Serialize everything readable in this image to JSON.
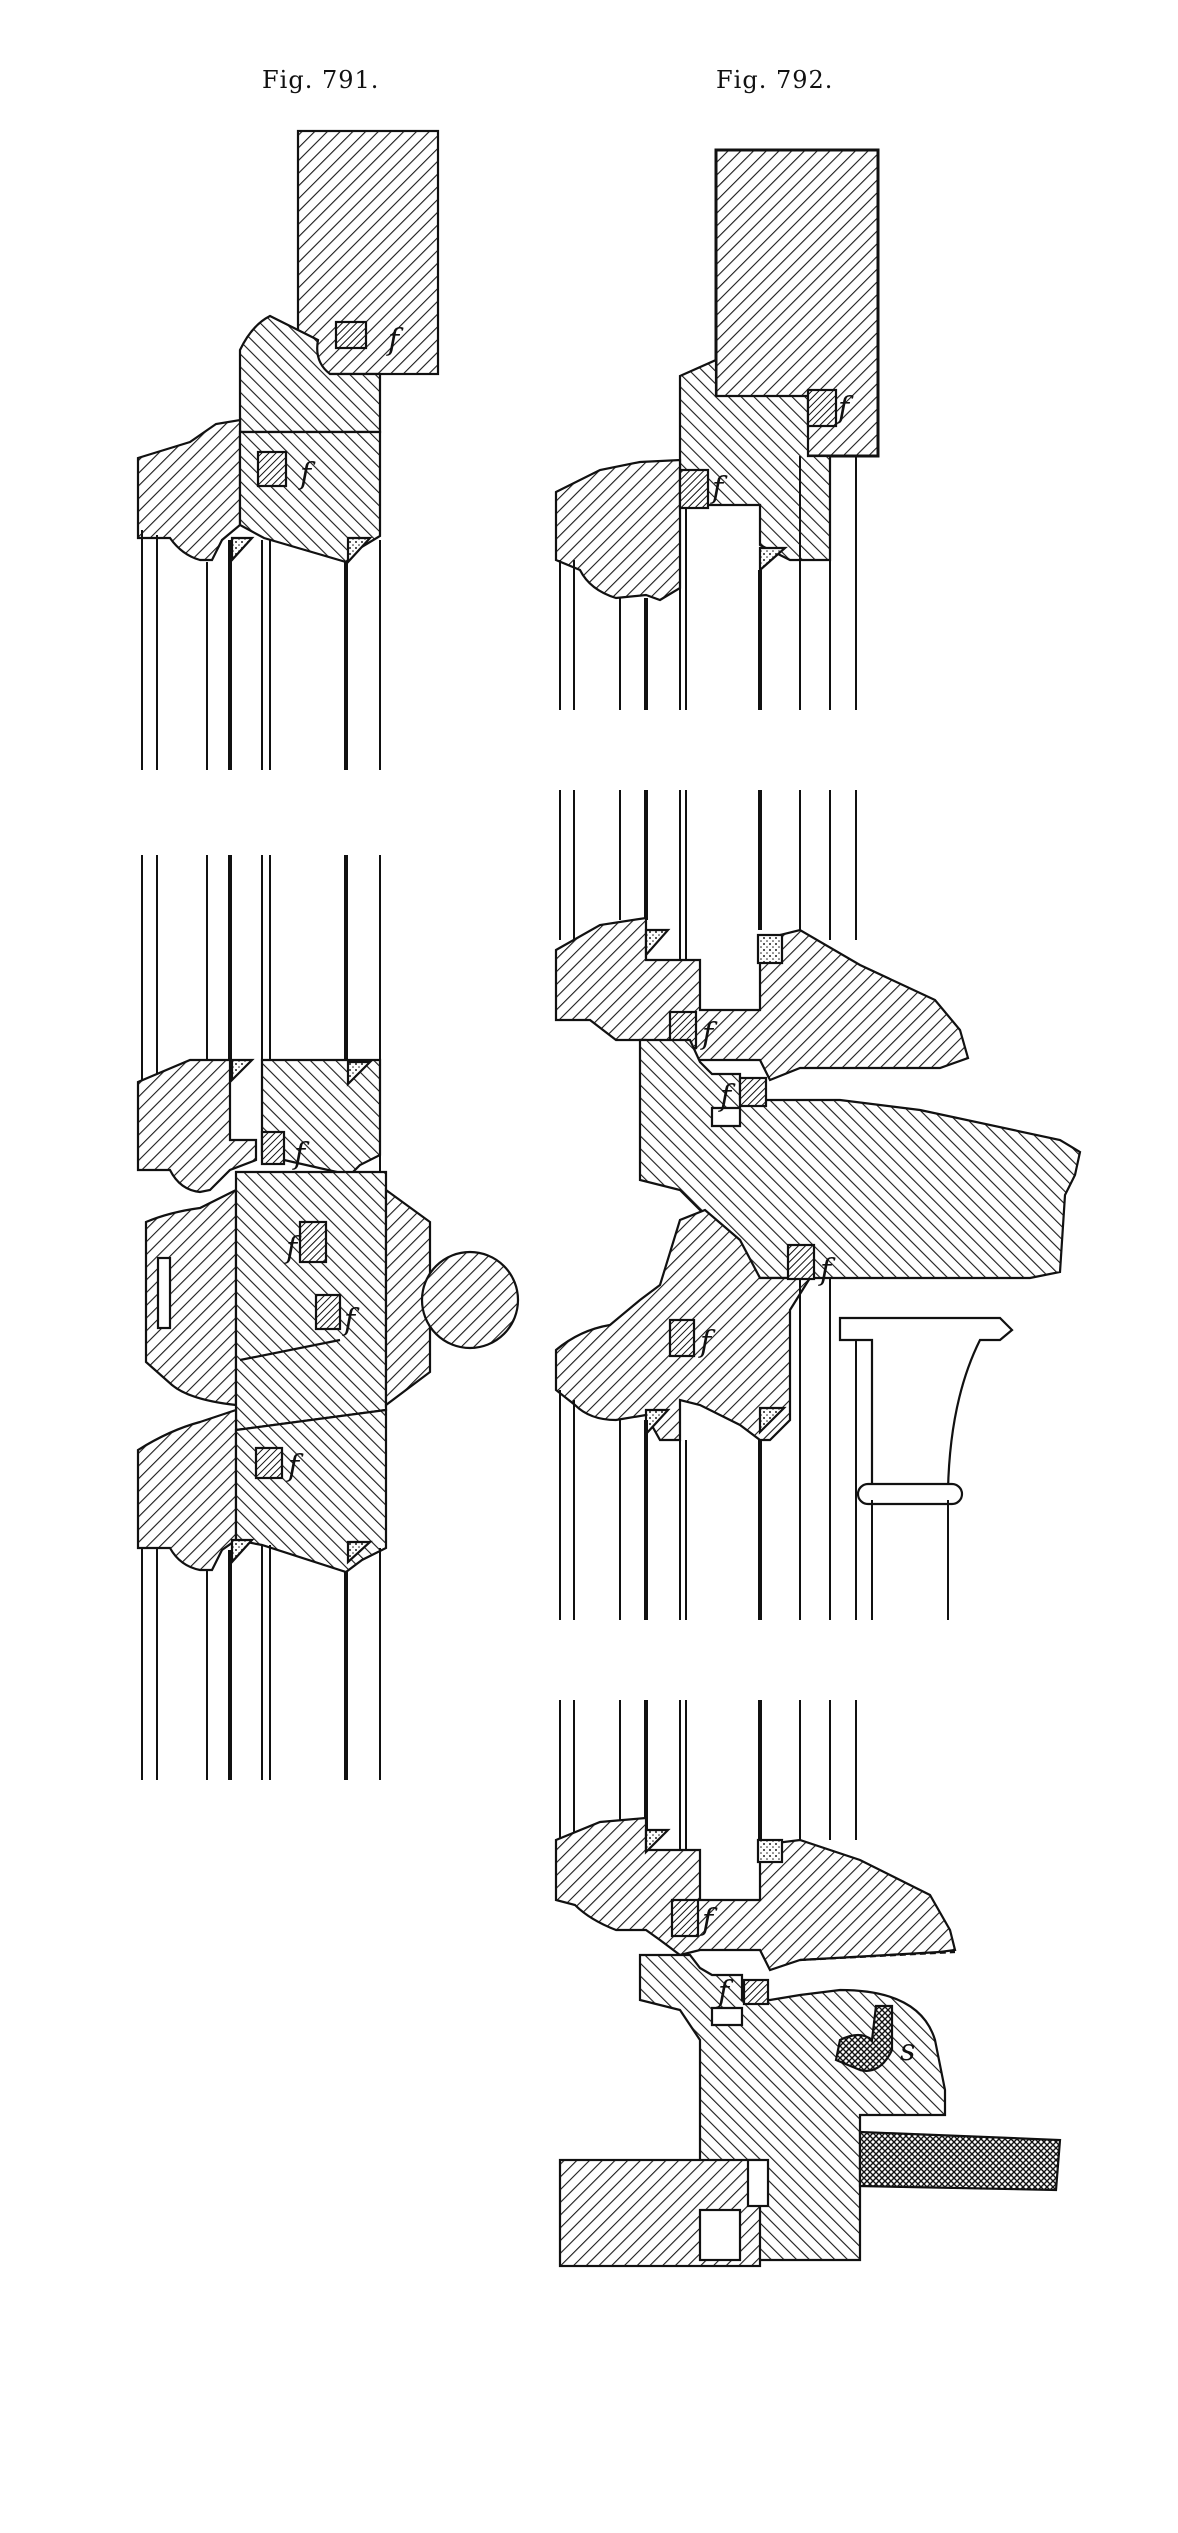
{
  "figures": [
    {
      "id": "fig791",
      "title": "Fig. 791."
    },
    {
      "id": "fig792",
      "title": "Fig. 792."
    }
  ],
  "labels": {
    "f": "f",
    "s": "s"
  }
}
